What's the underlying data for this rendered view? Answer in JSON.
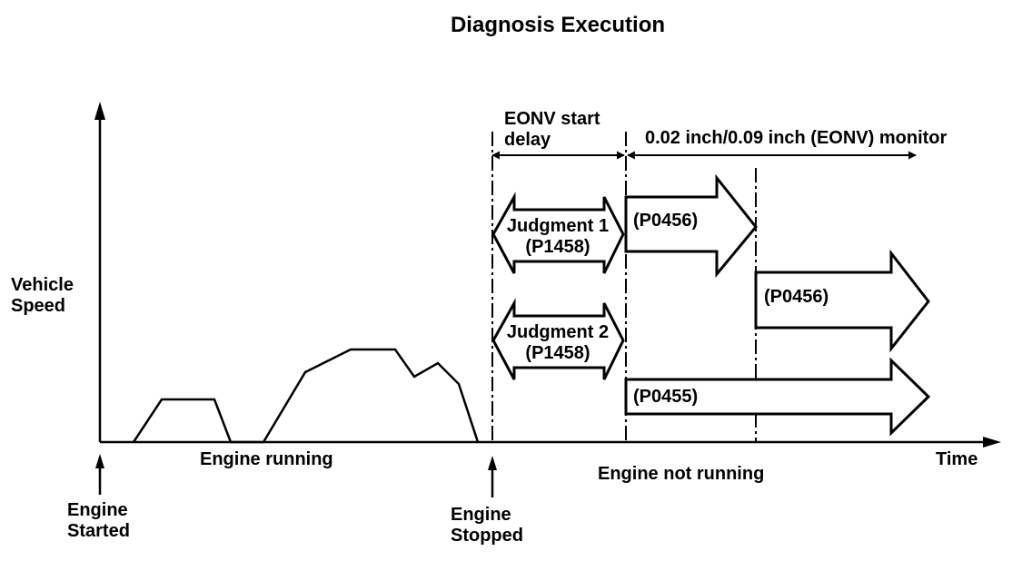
{
  "title": "Diagnosis Execution",
  "y_axis_label": [
    "Vehicle",
    "Speed"
  ],
  "x_axis_label": "Time",
  "phases": {
    "engine_running": "Engine running",
    "engine_not_running": "Engine not running"
  },
  "events": {
    "engine_started": [
      "Engine",
      "Started"
    ],
    "engine_stopped": [
      "Engine",
      "Stopped"
    ]
  },
  "intervals": {
    "eonv_start_delay": [
      "EONV start",
      "delay"
    ],
    "eonv_monitor": "0.02 inch/0.09 inch (EONV) monitor"
  },
  "judgments": [
    {
      "name": "Judgment 1",
      "code": "(P1458)"
    },
    {
      "name": "Judgment 2",
      "code": "(P1458)"
    }
  ],
  "monitors": [
    {
      "code": "(P0456)"
    },
    {
      "code": "(P0456)"
    },
    {
      "code": "(P0455)"
    }
  ],
  "colors": {
    "ink": "#000000",
    "background": "#ffffff"
  }
}
